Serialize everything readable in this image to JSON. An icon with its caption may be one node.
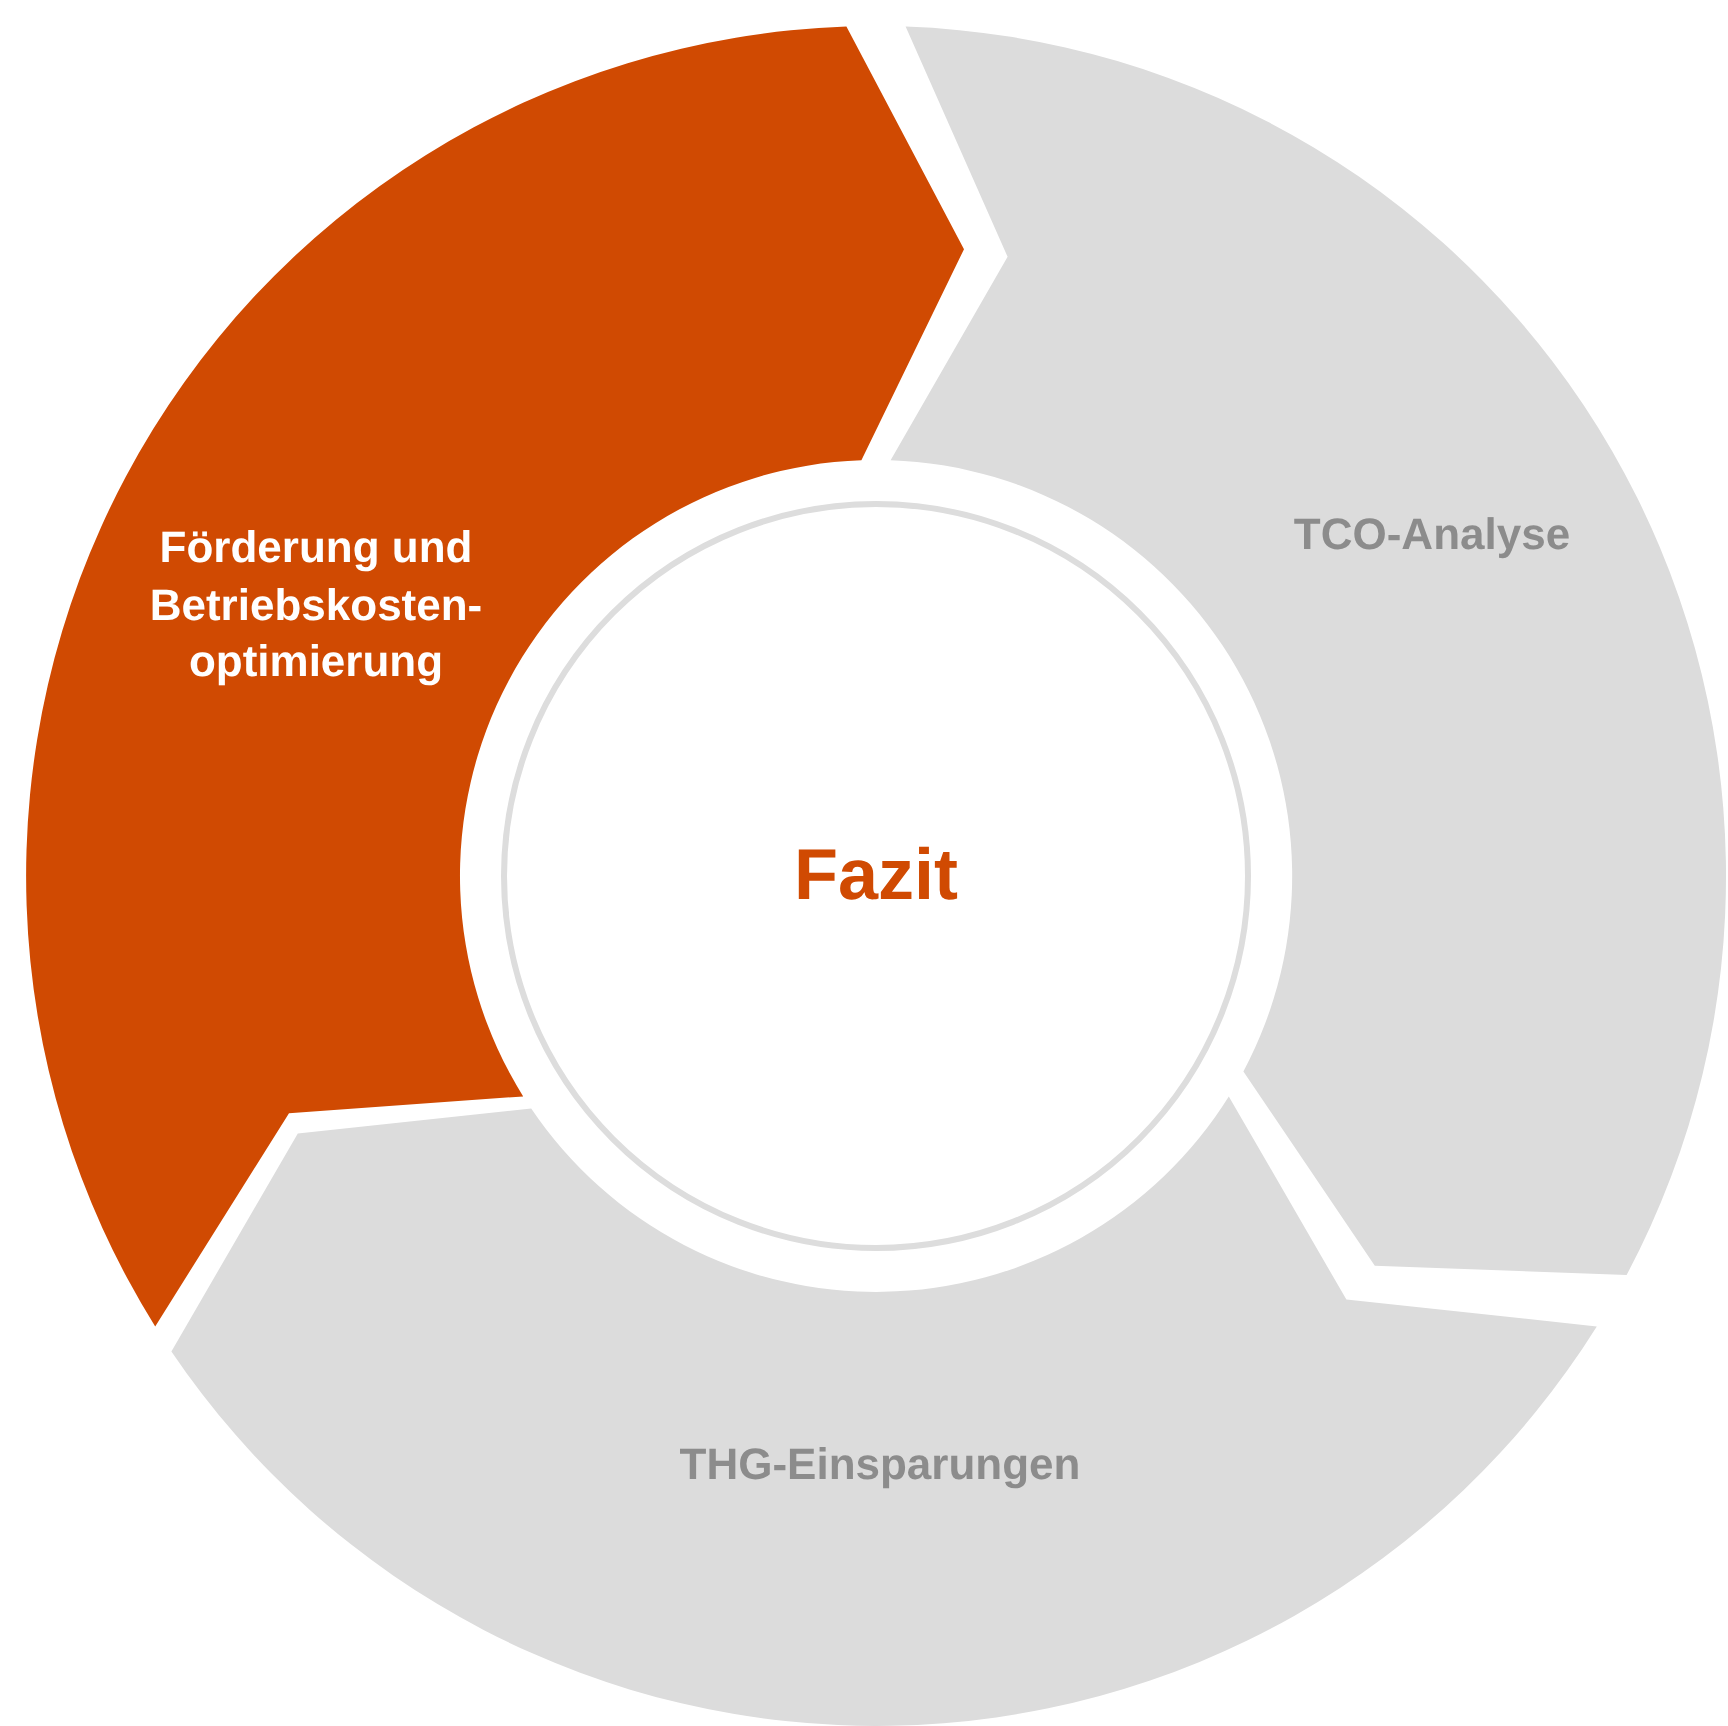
{
  "diagram": {
    "nodes": [
      {
        "text": [
          "Förderung und Betriebskosten-optimierung"
        ]
      },
      {
        "text": [
          "TCO-Analyse"
        ]
      },
      {
        "text": [
          "Fazit"
        ]
      },
      {
        "text": [
          "THG-Einsparungen"
        ]
      }
    ]
  }
}
